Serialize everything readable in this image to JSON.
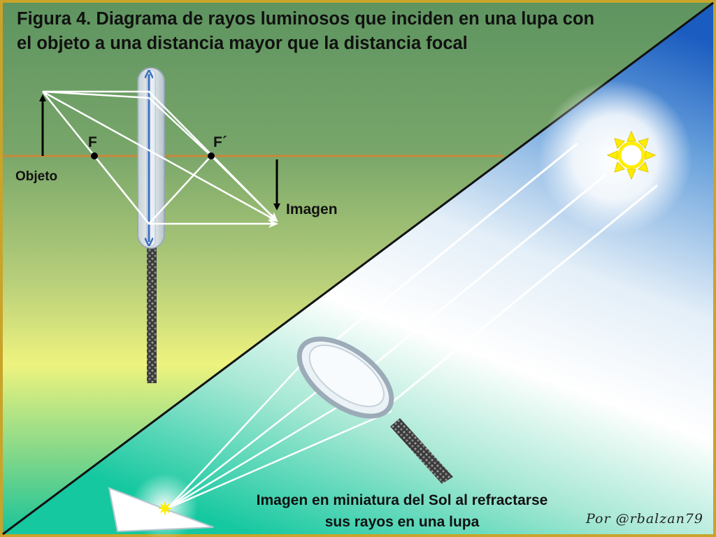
{
  "figure": {
    "title_line1": "Figura 4. Diagrama de rayos luminosos que inciden en una lupa con",
    "title_line2": "el objeto a una distancia mayor que la distancia focal"
  },
  "diagram": {
    "object_label": "Objeto",
    "focal_label": "F",
    "focal_prime_label": "F´",
    "image_label": "Imagen"
  },
  "sun_scene": {
    "caption_line1": "Imagen en miniatura del Sol al refractarse",
    "caption_line2": "sus  rayos en una lupa"
  },
  "credit": "Por @rbalzan79",
  "colors": {
    "frame_gold": "#c9a42a",
    "optical_axis": "#c8873a",
    "sky_blue": "#1a63c4",
    "sun_yellow": "#ffee00",
    "ray_white": "#ffffff"
  }
}
